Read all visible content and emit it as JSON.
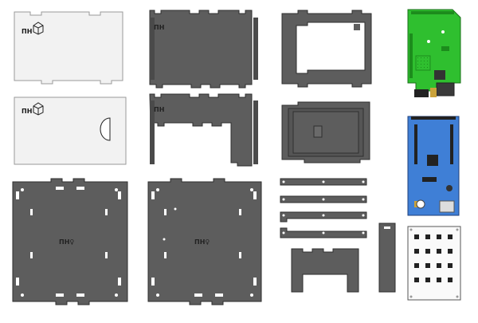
{
  "labels": {
    "ph": "ПН",
    "ph_mark": "ПН♀"
  },
  "colors": {
    "panel_dark": "#5d5d5d",
    "panel_stroke": "#2e2e2e",
    "panel_light": "#f2f2f2",
    "panel_light_stroke": "#9a9a9a",
    "pcb_green": "#2fbf2f",
    "pcb_blue": "#3f7fd6",
    "pcb_white": "#fafafa"
  },
  "icons": [
    "box-icon",
    "box-icon",
    "semicircle-cutout"
  ]
}
